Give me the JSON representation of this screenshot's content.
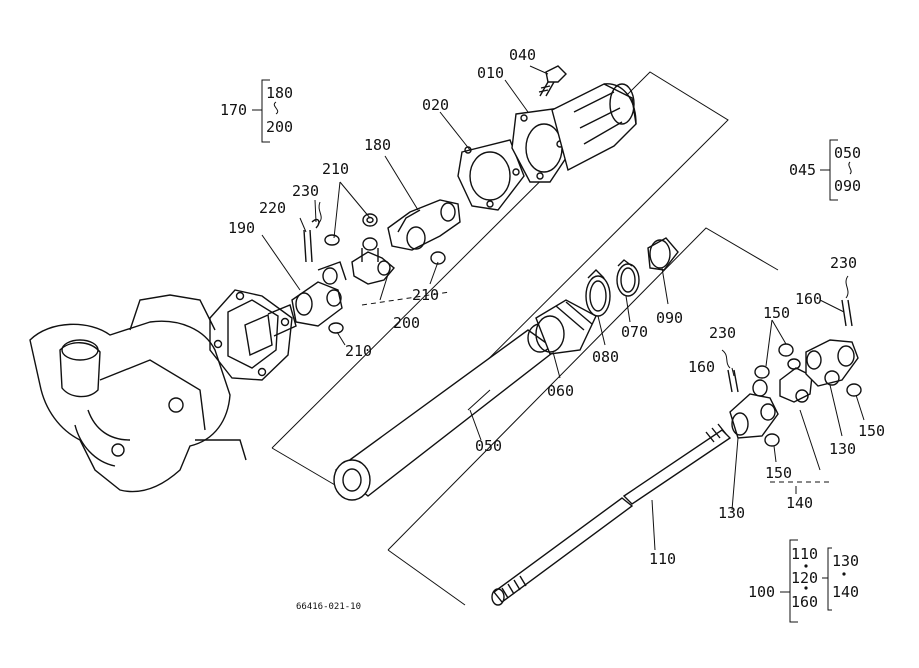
{
  "drawing_id": "66416-021-10",
  "callouts": {
    "p040": "040",
    "p010": "010",
    "p020": "020",
    "p180": "180",
    "p210a": "210",
    "p230a": "230",
    "p220": "220",
    "p190": "190",
    "p210b": "210",
    "p200": "200",
    "p210c": "210",
    "p050": "050",
    "p060": "060",
    "p080": "080",
    "p070": "070",
    "p090": "090",
    "p230b": "230",
    "p160b": "160",
    "p150a": "150",
    "p150b": "150",
    "p130a": "130",
    "p230c": "230",
    "p160a": "160",
    "p150c": "150",
    "p140": "140",
    "p130b": "130",
    "p110": "110"
  },
  "groups": {
    "g170": {
      "parent": "170",
      "top": "180",
      "bottom": "200"
    },
    "g045": {
      "parent": "045",
      "top": "050",
      "bottom": "090"
    },
    "g100": {
      "parent": "100",
      "left": [
        "110",
        "120",
        "160"
      ],
      "right": [
        "130",
        "140"
      ]
    }
  }
}
